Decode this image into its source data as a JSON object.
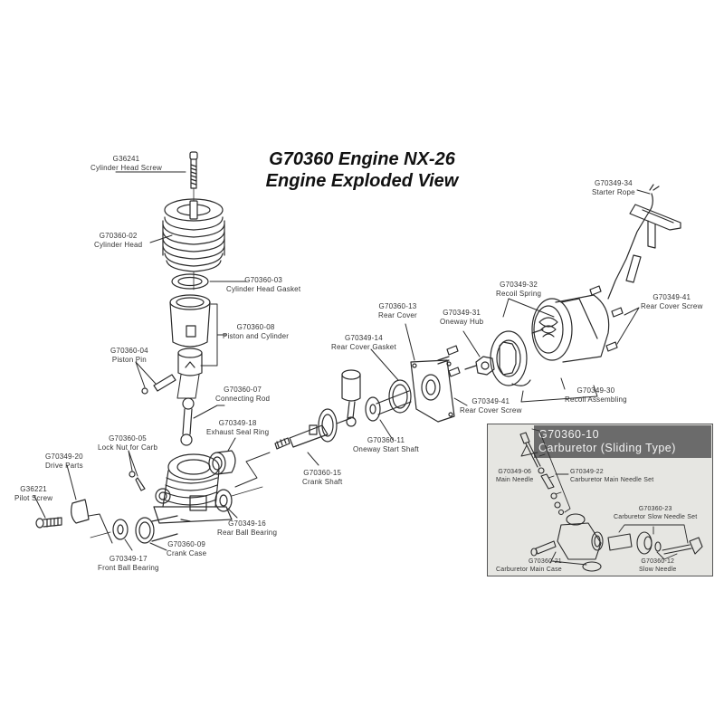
{
  "title": {
    "line1": "G70360 Engine NX-26",
    "line2": "Engine Exploded View"
  },
  "parts": [
    {
      "id": "cyl-head-screw",
      "part_no": "G36241",
      "name": "Cylinder Head Screw"
    },
    {
      "id": "cyl-head",
      "part_no": "G70360-02",
      "name": "Cylinder Head"
    },
    {
      "id": "cyl-head-gasket",
      "part_no": "G70360-03",
      "name": "Cylinder Head Gasket"
    },
    {
      "id": "piston-cylinder",
      "part_no": "G70360-08",
      "name": "Piston and Cylinder"
    },
    {
      "id": "piston-pin",
      "part_no": "G70360-04",
      "name": "Piston Pin"
    },
    {
      "id": "connecting-rod",
      "part_no": "G70360-07",
      "name": "Connecting Rod"
    },
    {
      "id": "exhaust-seal-ring",
      "part_no": "G70349-18",
      "name": "Exhaust Seal Ring"
    },
    {
      "id": "lock-nut-carb",
      "part_no": "G70360-05",
      "name": "Lock Nut for Carb"
    },
    {
      "id": "drive-parts",
      "part_no": "G70349-20",
      "name": "Drive Parts"
    },
    {
      "id": "pilot-screw",
      "part_no": "G36221",
      "name": "Pilot Screw"
    },
    {
      "id": "rear-ball-bearing",
      "part_no": "G70349-16",
      "name": "Rear Ball Bearing"
    },
    {
      "id": "crank-case",
      "part_no": "G70360-09",
      "name": "Crank Case"
    },
    {
      "id": "front-ball-bearing",
      "part_no": "G70349-17",
      "name": "Front Ball Bearing"
    },
    {
      "id": "crank-shaft",
      "part_no": "G70360-15",
      "name": "Crank Shaft"
    },
    {
      "id": "oneway-start-shaft",
      "part_no": "G70360-11",
      "name": "Oneway Start Shaft"
    },
    {
      "id": "rear-cover-gasket",
      "part_no": "G70349-14",
      "name": "Rear Cover Gasket"
    },
    {
      "id": "rear-cover",
      "part_no": "G70360-13",
      "name": "Rear Cover"
    },
    {
      "id": "rear-cover-screw-a",
      "part_no": "G70349-41",
      "name": "Rear Cover Screw"
    },
    {
      "id": "oneway-hub",
      "part_no": "G70349-31",
      "name": "Oneway Hub"
    },
    {
      "id": "recoil-spring",
      "part_no": "G70349-32",
      "name": "Recoil Spring"
    },
    {
      "id": "recoil-assembling",
      "part_no": "G70349-30",
      "name": "Recoil Assembling"
    },
    {
      "id": "rear-cover-screw-b",
      "part_no": "G70349-41",
      "name": "Rear Cover Screw"
    },
    {
      "id": "starter-rope",
      "part_no": "G70349-34",
      "name": "Starter Rope"
    }
  ],
  "carburetor": {
    "header_part_no": "G70360-10",
    "header_name": "Carburetor (Sliding Type)",
    "box_color": "#e6e6e2",
    "header_color": "#6b6b6b",
    "parts": [
      {
        "id": "main-needle",
        "part_no": "G70349-06",
        "name": "Main Needle"
      },
      {
        "id": "main-needle-set",
        "part_no": "G70349-22",
        "name": "Carburetor Main Needle Set"
      },
      {
        "id": "slow-needle-set",
        "part_no": "G70360-23",
        "name": "Carburetor Slow Needle Set"
      },
      {
        "id": "main-case",
        "part_no": "G70360-21",
        "name": "Carburetor Main Case"
      },
      {
        "id": "slow-needle",
        "part_no": "G70360-12",
        "name": "Slow Needle"
      }
    ]
  }
}
